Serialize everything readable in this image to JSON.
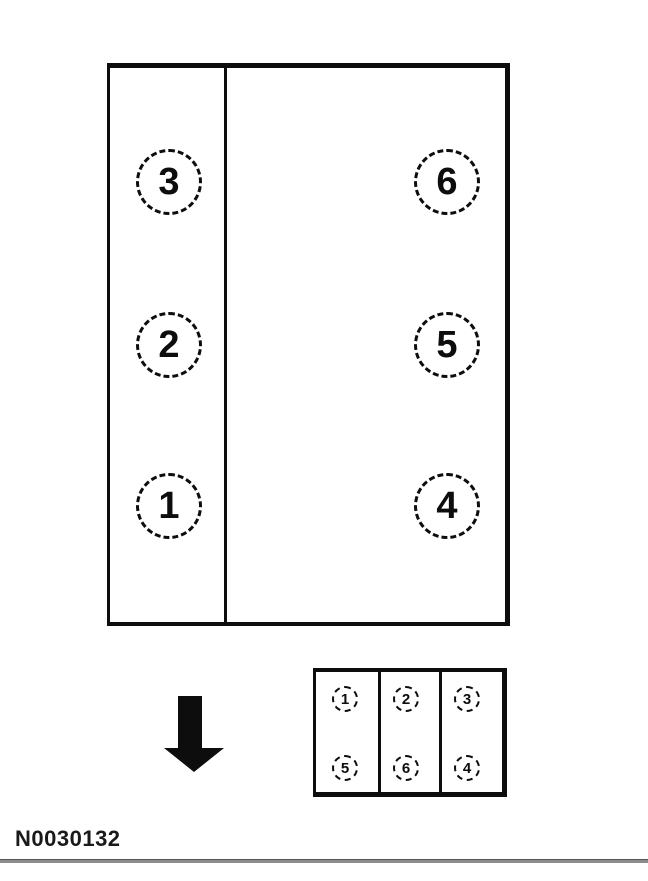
{
  "figure": {
    "caption": "N0030132"
  },
  "colors": {
    "line": "#0d0d0d",
    "rule_gray": "#8c8c8c",
    "background": "#ffffff"
  },
  "engine_diagram": {
    "left_bank": [
      "3",
      "2",
      "1"
    ],
    "right_bank": [
      "6",
      "5",
      "4"
    ]
  },
  "connector_diagram": {
    "top_row": [
      "1",
      "2",
      "3"
    ],
    "bottom_row": [
      "5",
      "6",
      "4"
    ]
  },
  "arrow": {
    "direction": "down"
  }
}
